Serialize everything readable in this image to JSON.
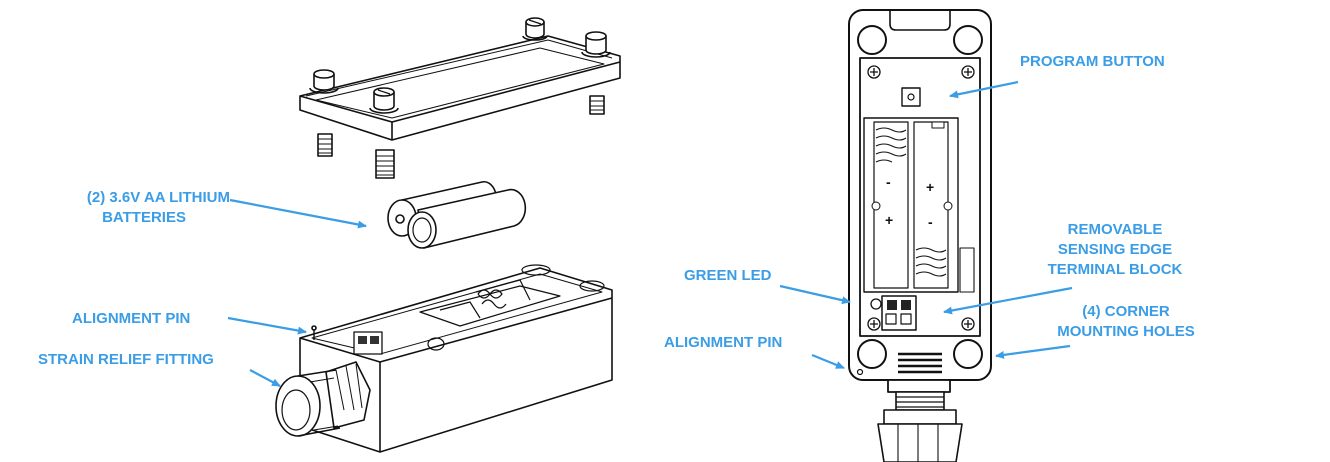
{
  "accent_color": "#3a9de6",
  "line_color": "#111111",
  "labels": {
    "batteries": [
      "(2) 3.6V AA LITHIUM",
      "BATTERIES"
    ],
    "alignment_pin_left": "ALIGNMENT PIN",
    "strain_relief": "STRAIN RELIEF FITTING",
    "green_led": "GREEN LED",
    "alignment_pin_right": "ALIGNMENT PIN",
    "program_button": "PROGRAM BUTTON",
    "terminal_block": [
      "REMOVABLE",
      "SENSING EDGE",
      "TERMINAL BLOCK"
    ],
    "mounting_holes": [
      "(4) CORNER",
      "MOUNTING HOLES"
    ]
  },
  "battery_polarity": {
    "left_top": "-",
    "left_bottom": "+",
    "right_top": "+",
    "right_bottom": "-"
  }
}
